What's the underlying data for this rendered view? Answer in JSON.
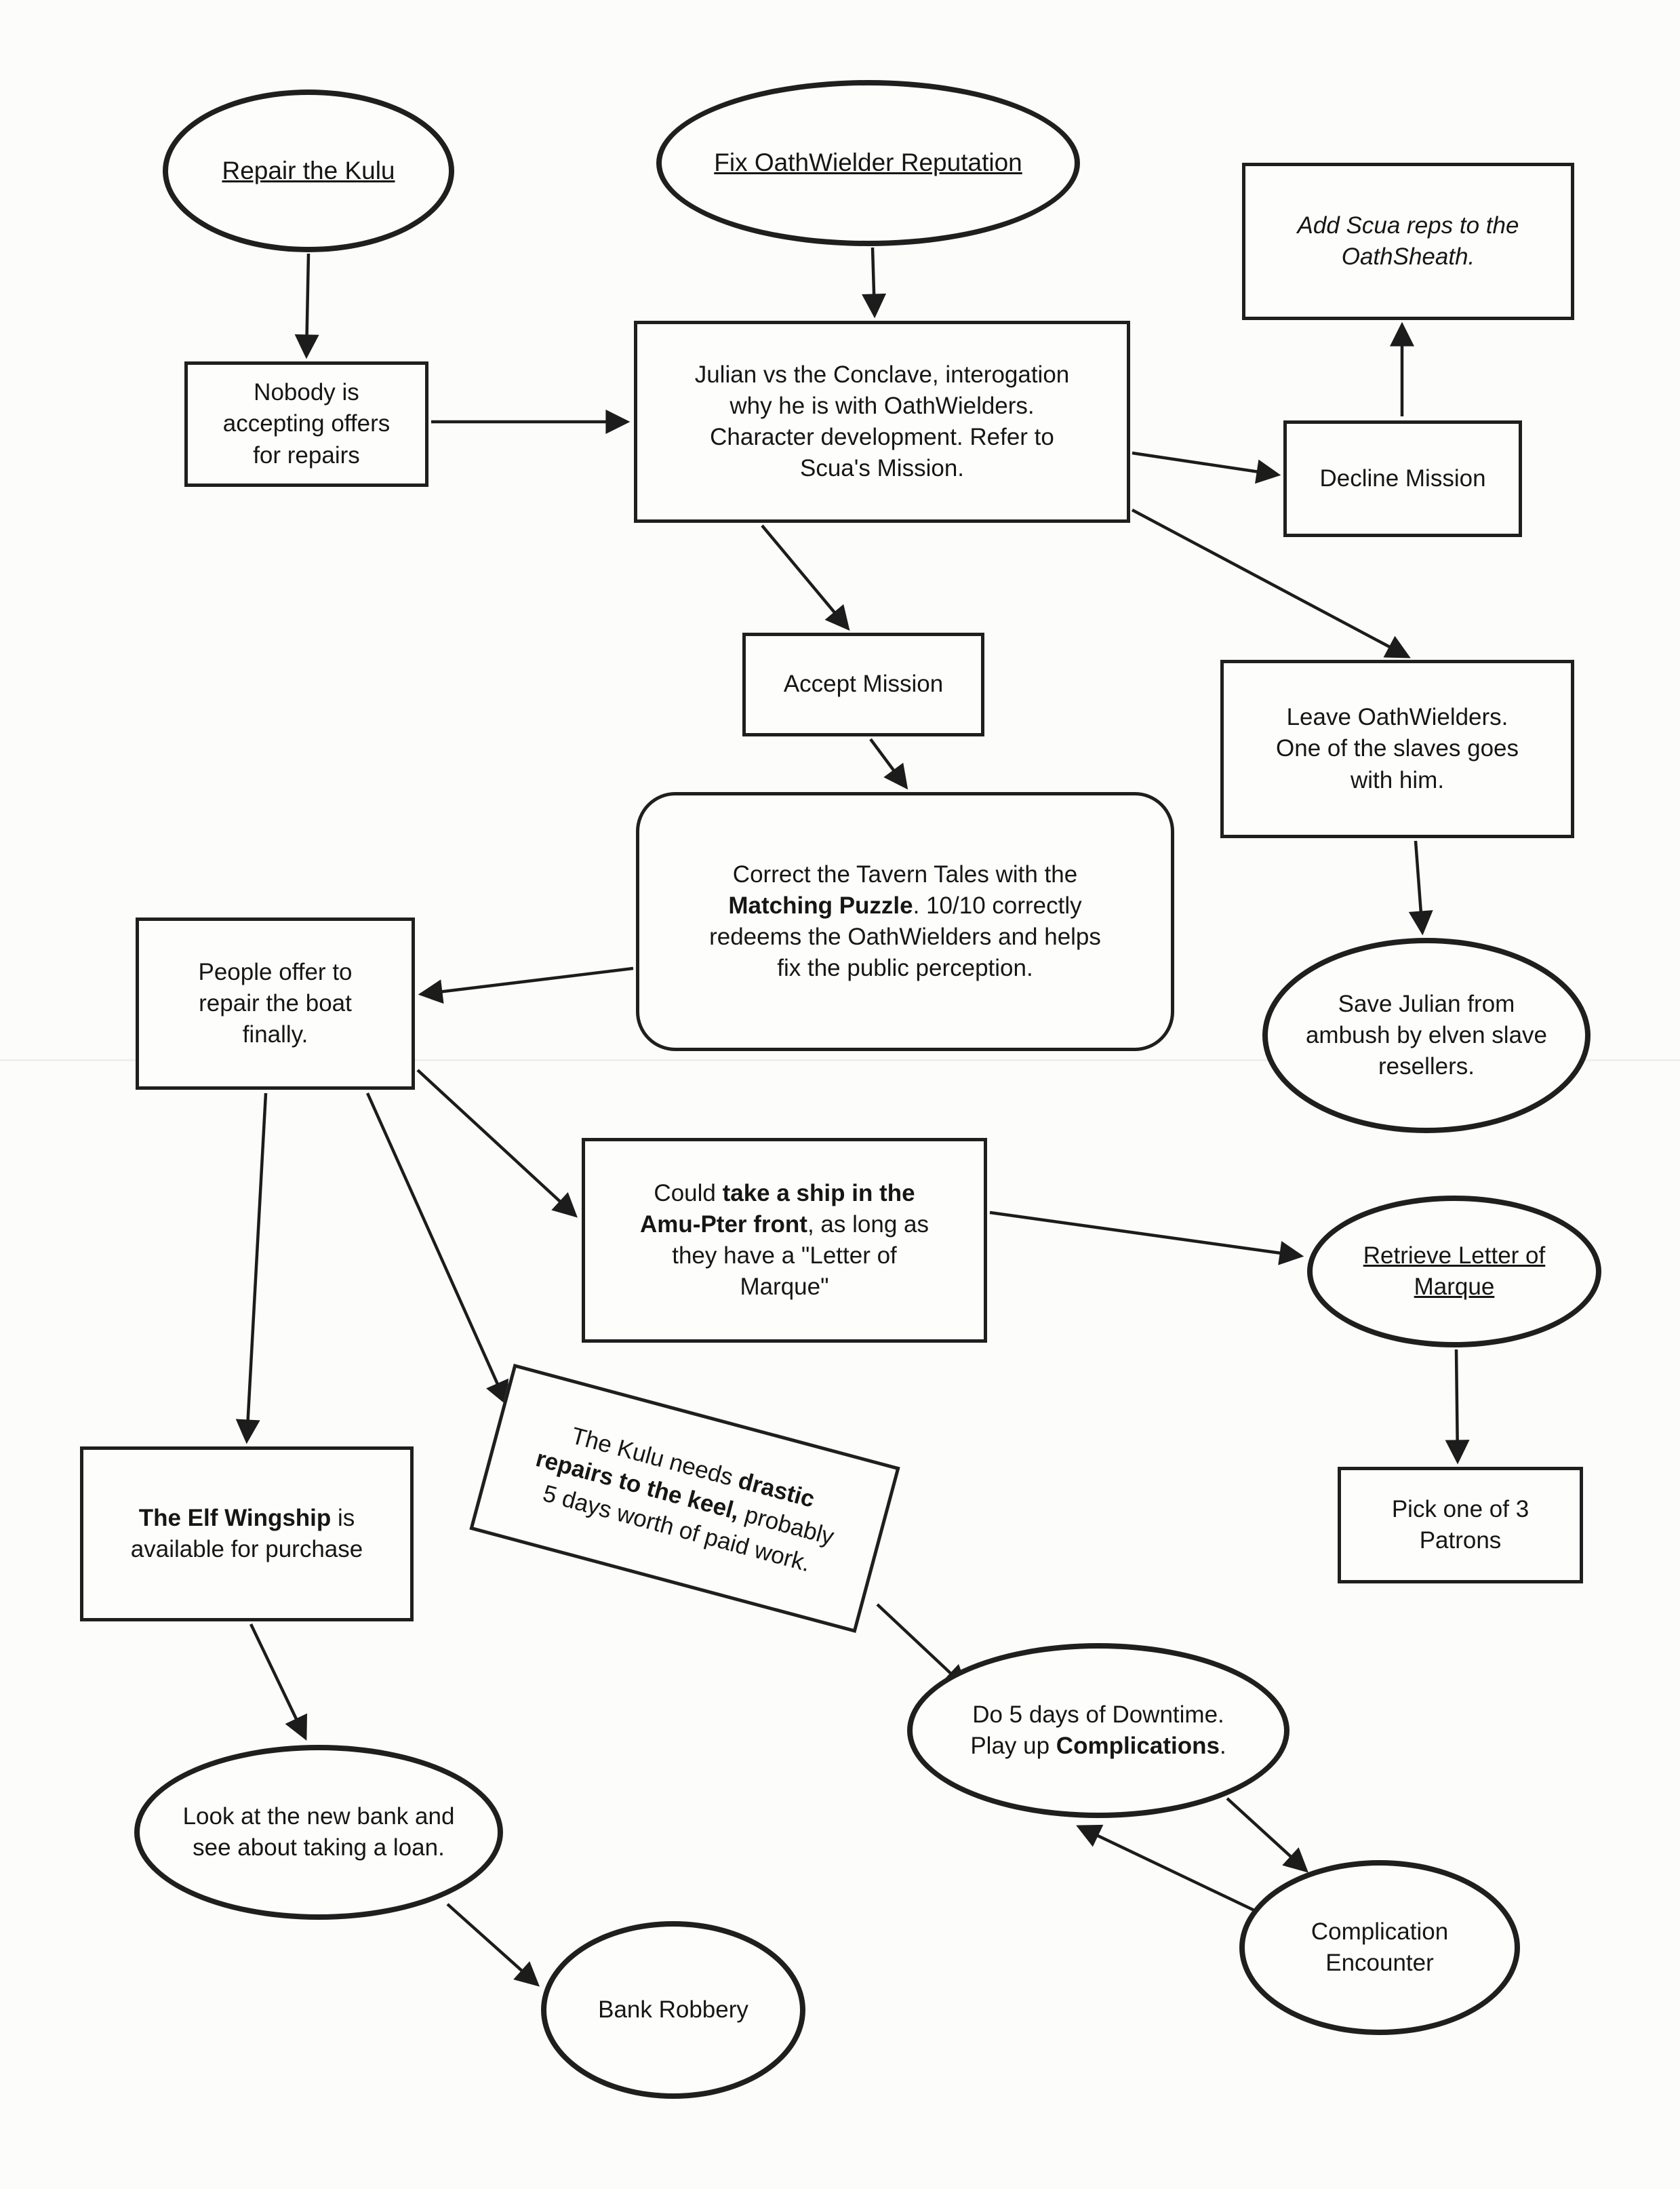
{
  "colors": {
    "ink": "#1c1c1c",
    "paper": "#fcfcfa"
  },
  "nodes": {
    "repair_kulu": {
      "text": "Repair the Kulu"
    },
    "fix_reputation": {
      "text": "Fix OathWielder Reputation"
    },
    "add_scua": {
      "text": "Add Scua reps to the\nOathSheath."
    },
    "nobody_accepting": {
      "text": "Nobody is\naccepting offers\nfor repairs"
    },
    "julian_conclave": {
      "text": "Julian vs the Conclave, interogation\nwhy he is with OathWielders.\nCharacter development. Refer to\nScua's Mission."
    },
    "decline_mission": {
      "text": "Decline Mission"
    },
    "accept_mission": {
      "text": "Accept Mission"
    },
    "leave_oathwielders": {
      "text": "Leave OathWielders.\nOne of the slaves goes\nwith him."
    },
    "tavern_tales": {
      "pre": "Correct the Tavern Tales with the\n",
      "bold": "Matching Puzzle",
      "post": ". 10/10 correctly\nredeems the OathWielders and helps\nfix the public perception."
    },
    "save_julian": {
      "text": "Save Julian from\nambush by elven slave\nresellers."
    },
    "people_offer": {
      "text": "People offer to\nrepair the boat\nfinally."
    },
    "could_ship": {
      "pre": "Could ",
      "bold": "take a ship in the\nAmu-Pter front",
      "post": ", as long as\nthey have a \"Letter of\nMarque\""
    },
    "retrieve_marque": {
      "text": "Retrieve Letter of\nMarque"
    },
    "pick_patrons": {
      "text": "Pick one of 3\nPatrons"
    },
    "elf_wingship": {
      "bold": "The Elf Wingship",
      "post": " is\navailable for purchase"
    },
    "kulu_keel": {
      "pre": "The Kulu needs ",
      "bold": "drastic\nrepairs to the keel,",
      "post": " probably\n5 days worth of paid work."
    },
    "downtime": {
      "pre": "Do 5 days of Downtime.\nPlay up ",
      "bold": "Complications",
      "post": "."
    },
    "bank_loan": {
      "text": "Look at the new bank and\nsee about taking a loan."
    },
    "bank_robbery": {
      "text": "Bank Robbery"
    },
    "complication_encounter": {
      "text": "Complication\nEncounter"
    }
  }
}
